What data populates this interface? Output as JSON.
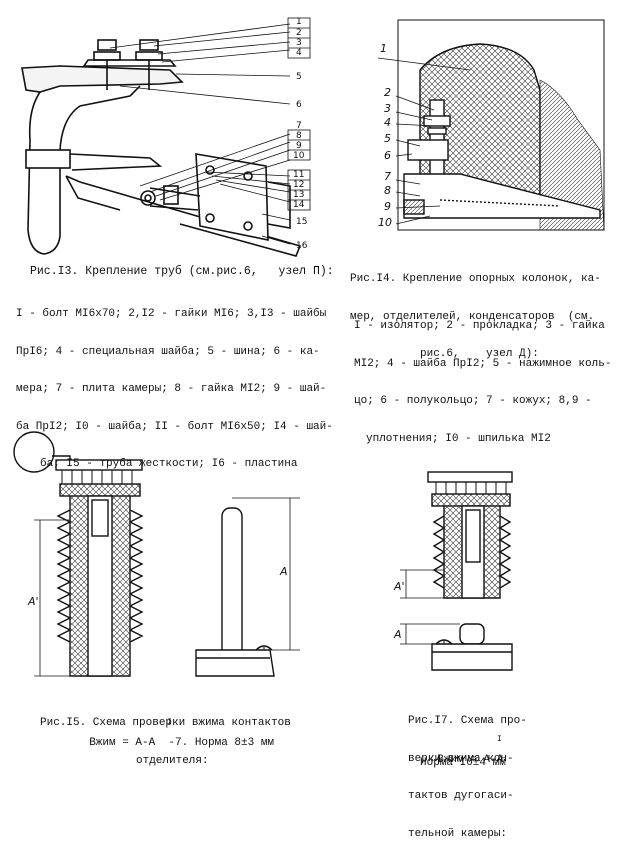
{
  "fig13": {
    "caption": "Рис.I3. Крепление труб (см.рис.6,   узел П):",
    "legend": [
      "I - болт МI6х70; 2,I2 - гайки МI6; 3,I3 - шайбы",
      "ПрI6; 4 - специальная шайба; 5 - шина; 6 - ка-",
      "мера; 7 - плита камеры; 8 - гайка МI2; 9 - шай-",
      "ба ПрI2; I0 - шайба; II - болт МI6х50; I4 - шай-",
      "ба; I5 - труба жесткости; I6 - пластина"
    ],
    "callouts": [
      "1",
      "2",
      "3",
      "4",
      "5",
      "6",
      "7",
      "8",
      "9",
      "10",
      "11",
      "12",
      "13",
      "14",
      "15",
      "16"
    ]
  },
  "fig14": {
    "caption": [
      "Рис.I4. Крепление опорных колонок, ка-",
      "мер, отделителей, конденсаторов  (см.",
      "рис.6,    узел Д):"
    ],
    "legend": [
      "I - изолятор; 2 - прокладка; 3 - гайка",
      "МI2; 4 - шайба ПрI2; 5 - нажимное коль-",
      "цо; 6 - полукольцо; 7 - кожух; 8,9 -",
      "уплотнения; I0 - шпилька МI2"
    ],
    "callouts": [
      "1",
      "2",
      "3",
      "4",
      "5",
      "6",
      "7",
      "8",
      "9",
      "10"
    ]
  },
  "fig15": {
    "caption": [
      "Рис.I5. Схема проверки вжима контактов",
      "отделителя:"
    ],
    "formula": "Вжим = А-А  -7. Норма 8±3 мм",
    "superscript": "I",
    "dims": [
      "А",
      "А'"
    ]
  },
  "fig17": {
    "caption": [
      "Рис.I7. Схема про-",
      "верки вжима кон-",
      "тактов дугогаси-",
      "тельной камеры:"
    ],
    "formula": "Вжим = А-А",
    "superscript": "I",
    "norm": "Норма I0±4 мм",
    "dims": [
      "А'",
      "А"
    ]
  }
}
